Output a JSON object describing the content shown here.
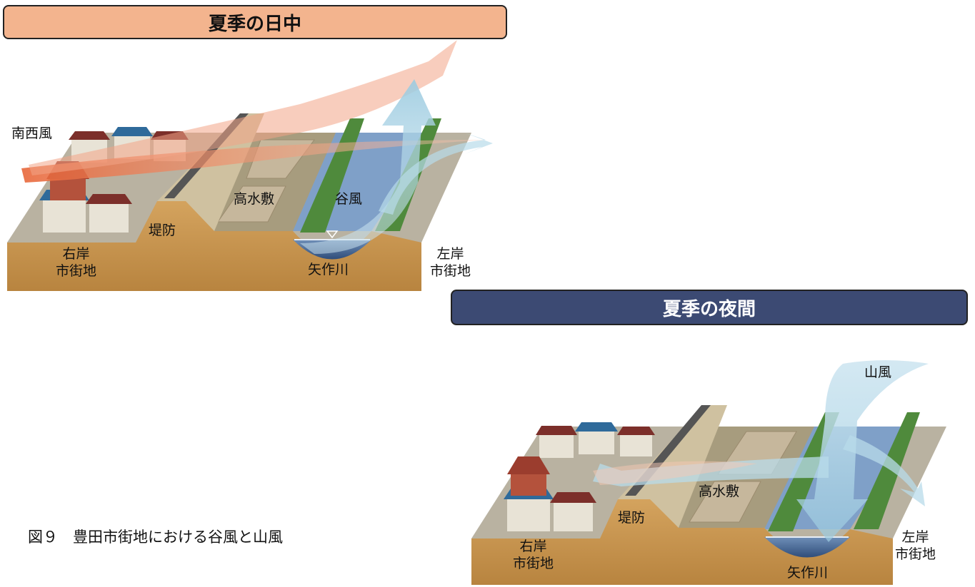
{
  "day": {
    "title": "夏季の日中",
    "labels": {
      "wind_sw": "南西風",
      "levee": "堤防",
      "floodplain": "高水敷",
      "valley_wind": "谷風",
      "river": "矢作川",
      "right_bank": "右岸\n市街地",
      "left_bank": "左岸\n市街地"
    }
  },
  "night": {
    "title": "夏季の夜間",
    "labels": {
      "mountain_wind": "山風",
      "levee": "堤防",
      "floodplain": "高水敷",
      "river": "矢作川",
      "right_bank": "右岸\n市街地",
      "left_bank": "左岸\n市街地"
    }
  },
  "caption": "図９　豊田市街地における谷風と山風",
  "colors": {
    "day_title_bg": "#f3b48e",
    "night_title_bg": "#3c4a73",
    "warm_wind": "#e8673a",
    "cool_wind": "#9ccbe0",
    "ground": "#c9954c",
    "river": "#3f5f8c",
    "trees": "#4f8a3c"
  }
}
